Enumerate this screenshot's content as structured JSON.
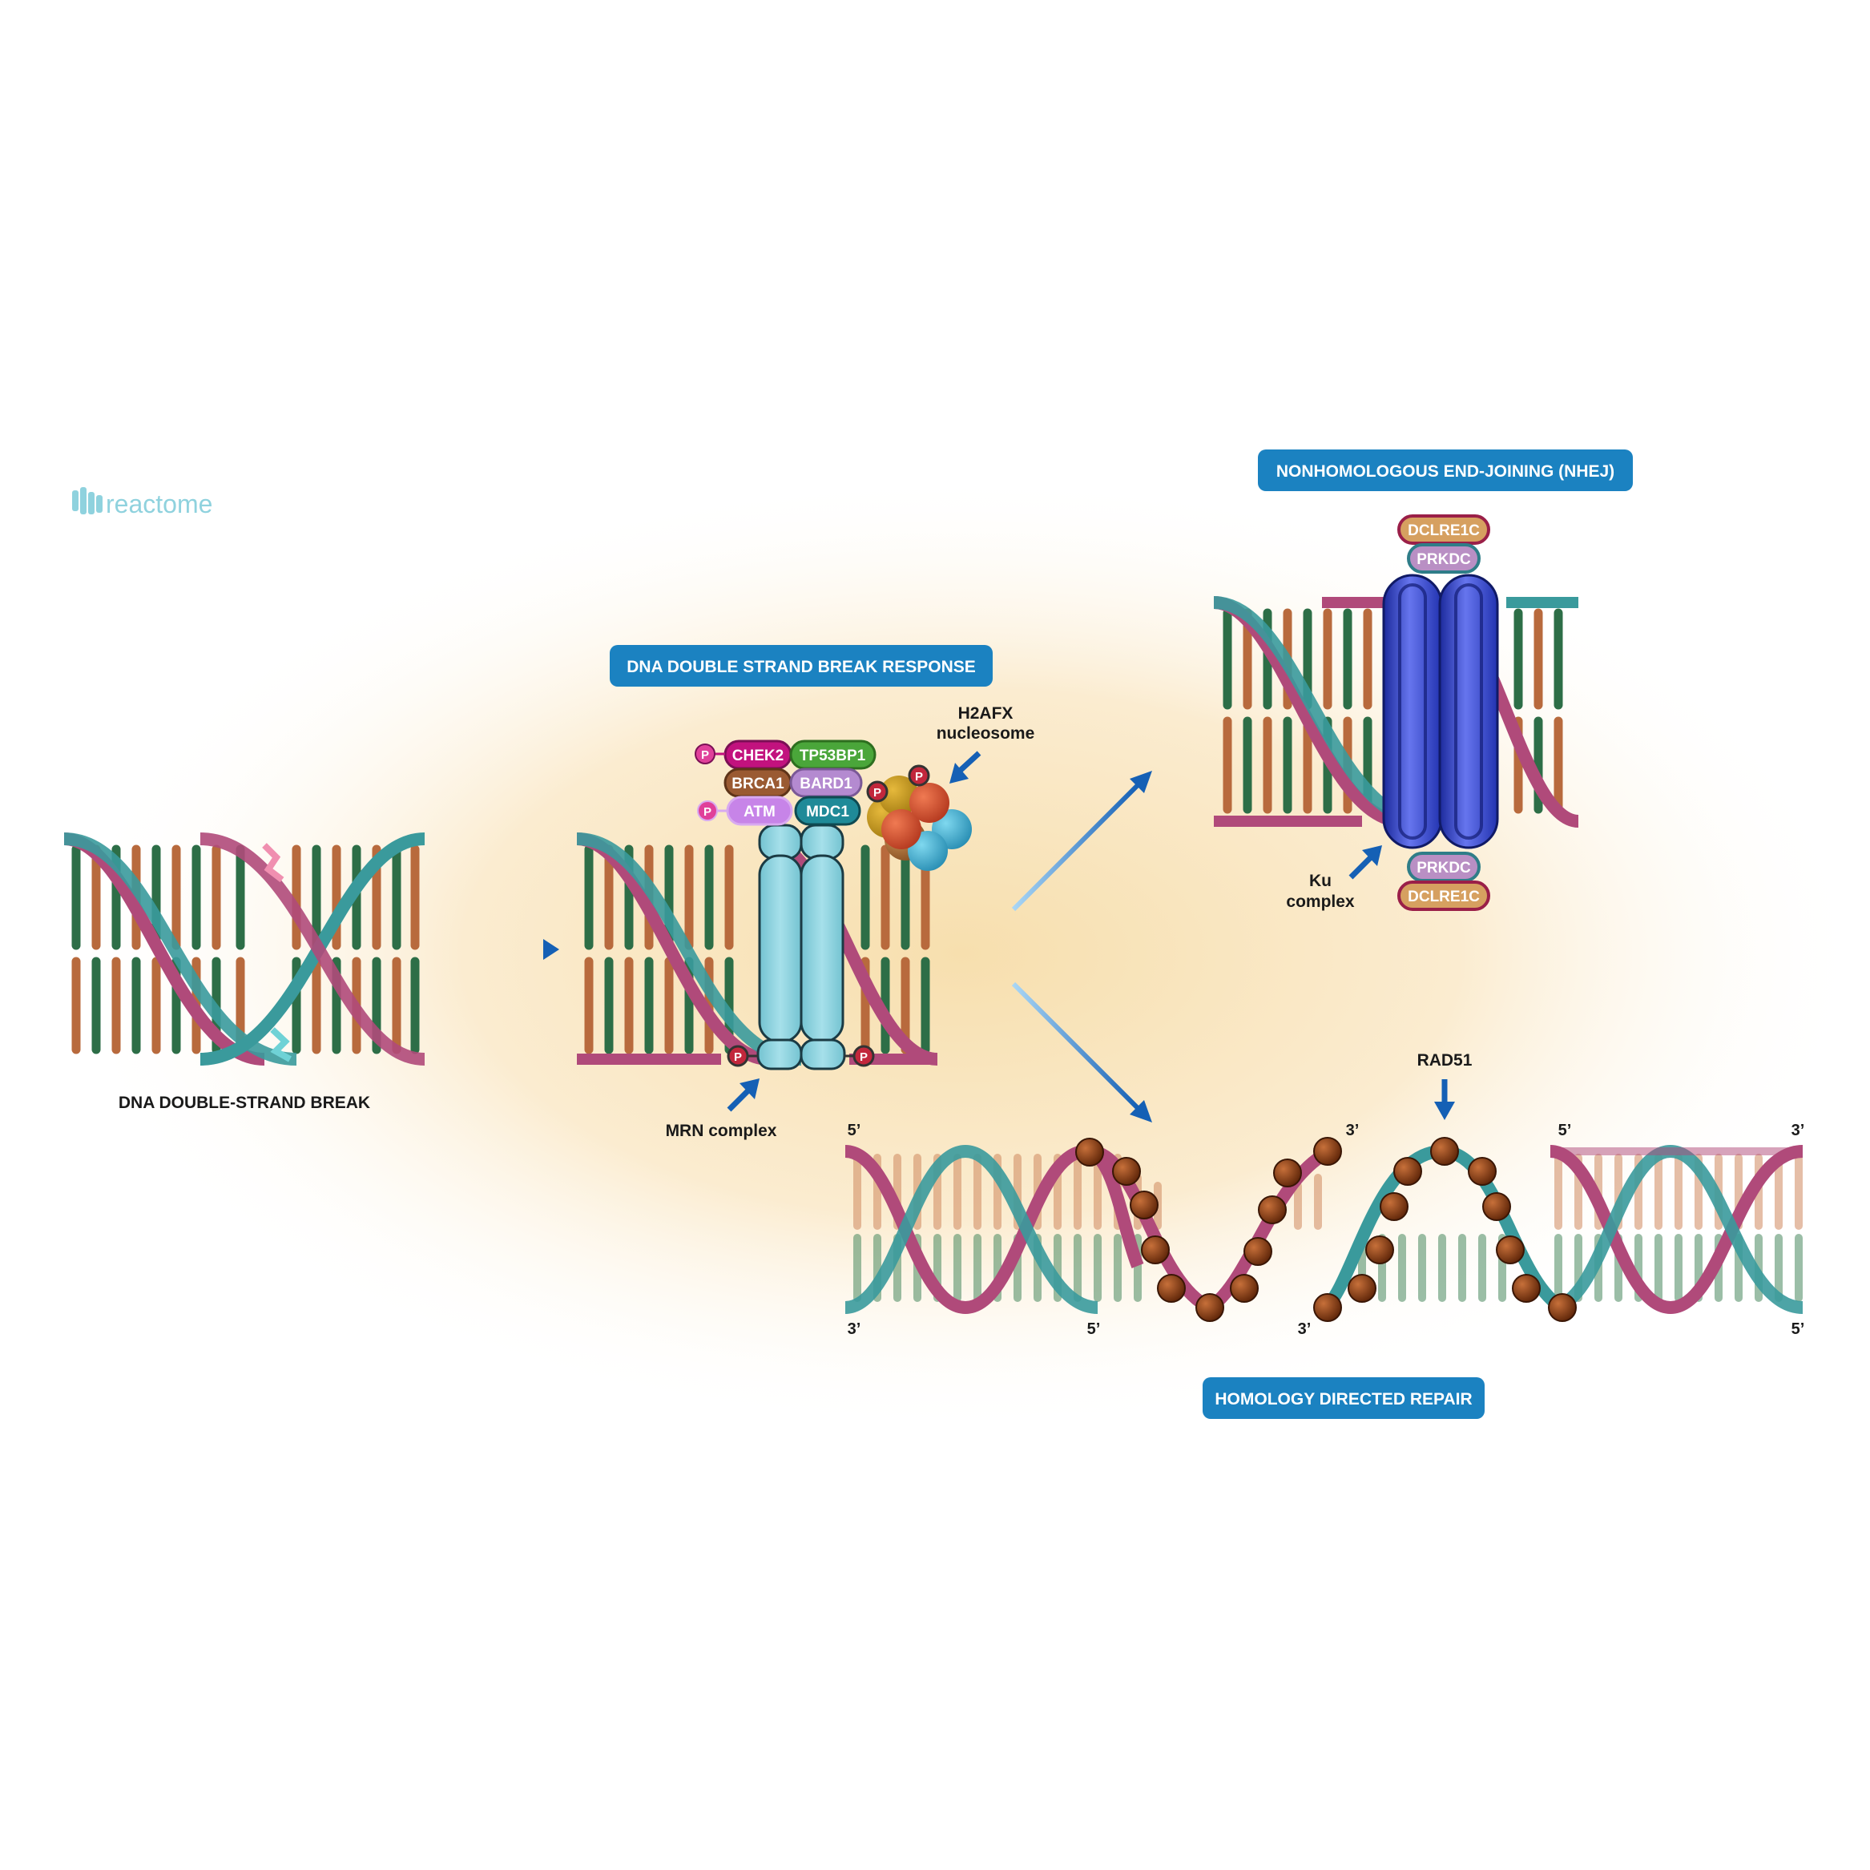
{
  "logo": {
    "text": "reactome"
  },
  "banners": {
    "dsb_response": "DNA DOUBLE STRAND BREAK RESPONSE",
    "nhej": "NONHOMOLOGOUS END-JOINING (NHEJ)",
    "hdr": "HOMOLOGY DIRECTED REPAIR"
  },
  "labels": {
    "dsb": "DNA DOUBLE-STRAND BREAK",
    "mrn": "MRN complex",
    "h2afx_line1": "H2AFX",
    "h2afx_line2": "nucleosome",
    "ku_line1": "Ku",
    "ku_line2": "complex",
    "rad51": "RAD51"
  },
  "proteins": {
    "chek2": "CHEK2",
    "tp53bp1": "TP53BP1",
    "brca1": "BRCA1",
    "bard1": "BARD1",
    "atm": "ATM",
    "mdc1": "MDC1",
    "dclre1c_top": "DCLRE1C",
    "prkdc_top": "PRKDC",
    "prkdc_bottom": "PRKDC",
    "dclre1c_bottom": "DCLRE1C",
    "phospho": "P"
  },
  "strand_ends": {
    "e1": "5’",
    "e2": "3’",
    "e3": "5’",
    "e4": "3’",
    "e5": "3’",
    "e6": "5’",
    "e7": "3’",
    "e8": "5’"
  },
  "colors": {
    "banner": "#1b82c1",
    "teal_strand": "#3a9a9c",
    "pink_strand": "#b04a7a",
    "arrow": "#1560b5",
    "mrn": "#8fd2de",
    "ku": "#4050d8",
    "rad51": "#7a3510"
  }
}
